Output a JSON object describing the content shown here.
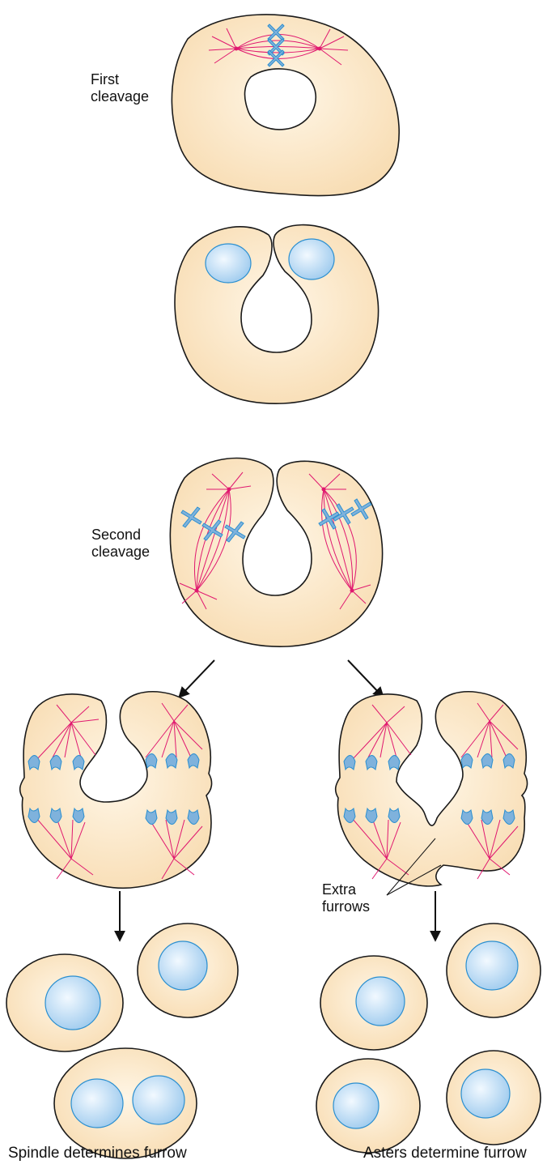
{
  "labels": {
    "first_cleavage": "First\ncleavage",
    "second_cleavage": "Second\ncleavage",
    "extra_furrows": "Extra\nfurrows",
    "spindle_caption": "Spindle determines furrow",
    "asters_caption": "Asters determine furrow"
  },
  "colors": {
    "cytoplasm": "#fbe3bd",
    "cytoplasm_highlight": "#fff4e2",
    "outline": "#1a1a1a",
    "microtubule": "#e0186f",
    "chromosome": "#7fb2dc",
    "nucleus": "#bcdcf5",
    "nucleus_outline": "#2b8fd0"
  }
}
